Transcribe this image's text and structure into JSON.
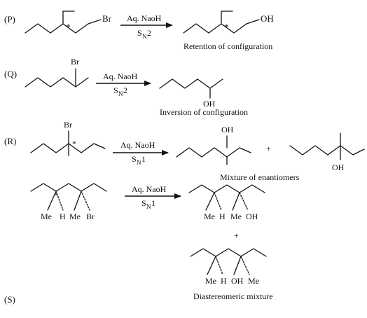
{
  "reactions": {
    "P": {
      "label": "(P)",
      "reactant_group": "Br",
      "star": "*",
      "reagent": "Aq. NaoH",
      "mechanism_main": "S",
      "mechanism_sub": "N",
      "mechanism_order": "2",
      "product_group": "OH",
      "product_star": "*",
      "note": "Retention of configuration"
    },
    "Q": {
      "label": "(Q)",
      "reactant_group": "Br",
      "reagent": "Aq. NaoH",
      "mechanism_main": "S",
      "mechanism_sub": "N",
      "mechanism_order": "2",
      "product_group": "OH",
      "note": "Inversion of configuration"
    },
    "R": {
      "label": "(R)",
      "reactant_group": "Br",
      "star": "*",
      "reagent": "Aq. NaoH",
      "mechanism_main": "S",
      "mechanism_sub": "N",
      "mechanism_order": "1",
      "product1_group": "OH",
      "plus": "+",
      "product2_group": "OH",
      "note": "Mixture of enantiomers"
    },
    "S": {
      "label": "(S)",
      "reactant_labels": [
        "Me",
        "H",
        "Me",
        "Br"
      ],
      "reagent": "Aq. NaoH",
      "mechanism_main": "S",
      "mechanism_sub": "N",
      "mechanism_order": "1",
      "product1_labels": [
        "Me",
        "H",
        "Me",
        "OH"
      ],
      "plus": "+",
      "product2_labels": [
        "Me",
        "H",
        "OH",
        "Me"
      ],
      "note": "Diastereomeric mixture"
    }
  }
}
